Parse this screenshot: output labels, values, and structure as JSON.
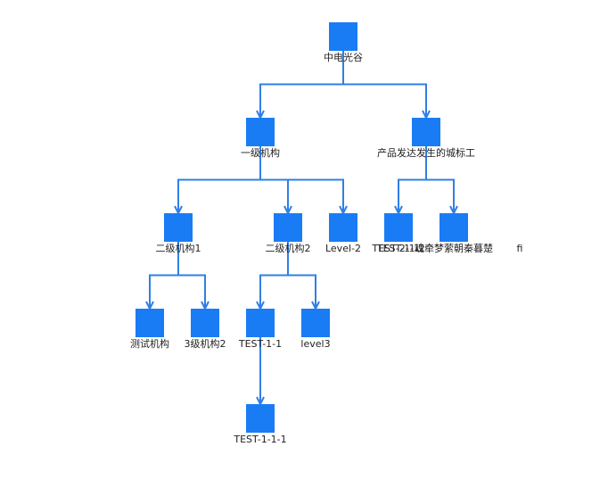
{
  "colors": {
    "node": "#1a7cf5",
    "edge": "#2f7fe6",
    "text": "#222222",
    "background": "#ffffff"
  },
  "nodes": [
    {
      "id": "n0",
      "label": "中电光谷"
    },
    {
      "id": "n1",
      "label": "一级机构"
    },
    {
      "id": "n2",
      "label": "产品发达发生的城标工"
    },
    {
      "id": "n3",
      "label": "二级机构1"
    },
    {
      "id": "n4",
      "label": "二级机构2"
    },
    {
      "id": "n5",
      "label": "Level-2"
    },
    {
      "id": "n6",
      "label": "TEST-1-1"
    },
    {
      "id": "n7",
      "label": "TEST-2-1-2"
    },
    {
      "id": "n8",
      "label": "魂牵梦萦朝秦暮楚"
    },
    {
      "id": "n9",
      "label": "fi"
    },
    {
      "id": "n10",
      "label": "测试机构"
    },
    {
      "id": "n11",
      "label": "3级机构2"
    },
    {
      "id": "n12",
      "label": "TEST-1-1"
    },
    {
      "id": "n13",
      "label": "level3"
    },
    {
      "id": "n14",
      "label": "TEST-1-1-1"
    }
  ],
  "edges": [
    [
      "n0",
      "n1"
    ],
    [
      "n0",
      "n2"
    ],
    [
      "n1",
      "n3"
    ],
    [
      "n1",
      "n4"
    ],
    [
      "n1",
      "n5"
    ],
    [
      "n2",
      "n6"
    ],
    [
      "n2",
      "n8"
    ],
    [
      "n3",
      "n10"
    ],
    [
      "n3",
      "n11"
    ],
    [
      "n4",
      "n12"
    ],
    [
      "n4",
      "n13"
    ],
    [
      "n12",
      "n14"
    ]
  ]
}
